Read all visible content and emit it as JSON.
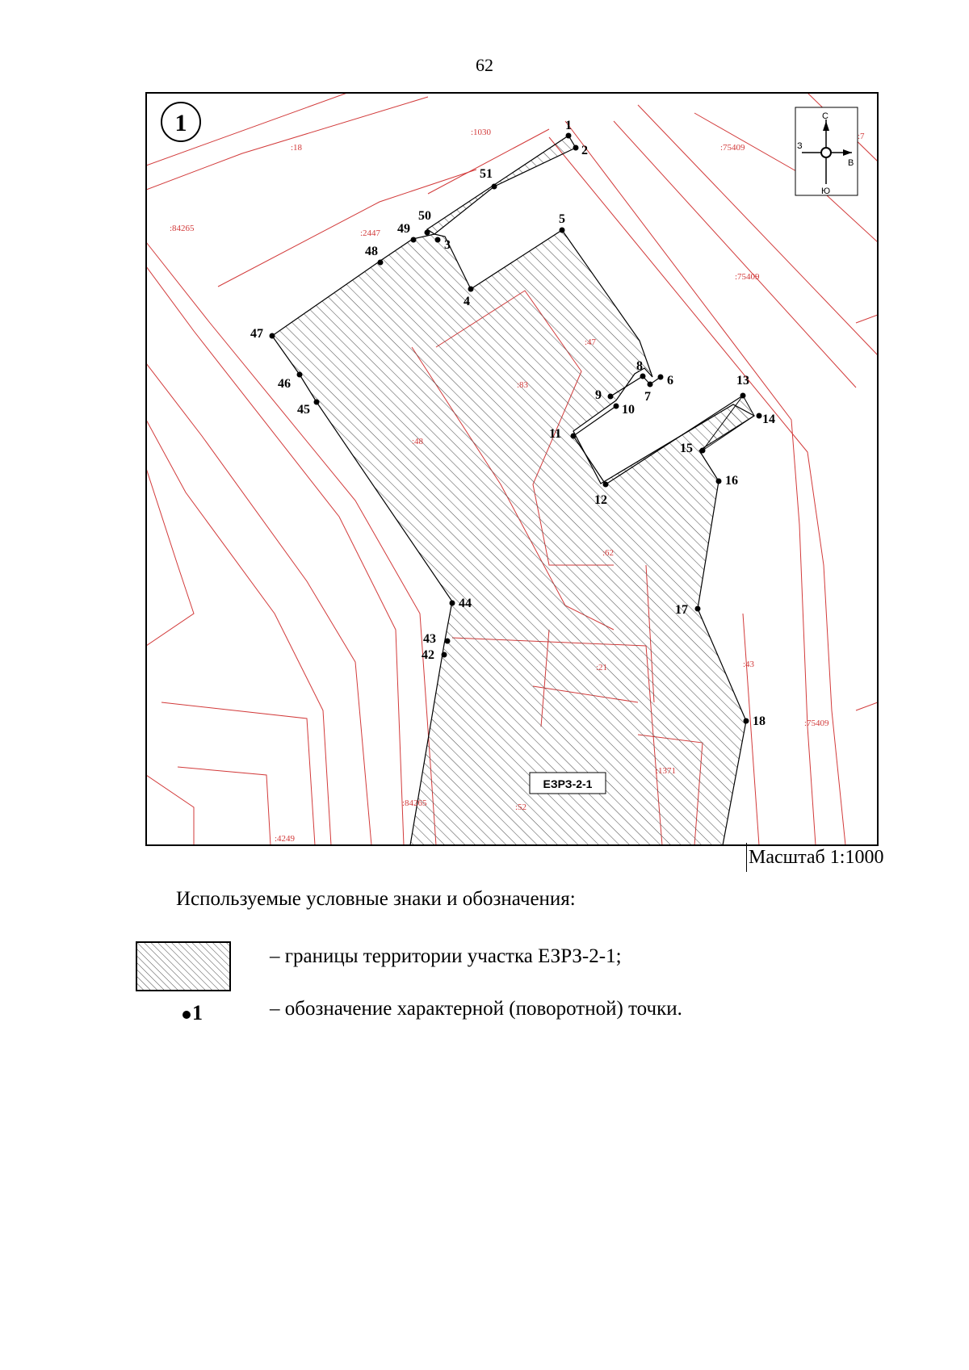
{
  "page_number": "62",
  "map": {
    "sheet_number": "1",
    "zone_label": "ЕЗРЗ-2-1",
    "scale_label": "Масштаб 1:1000",
    "compass": {
      "north": "С",
      "south": "Ю",
      "east": "В",
      "west": "З"
    },
    "parcel_labels": [
      ":18",
      ":1030",
      ":75409",
      ":84265",
      ":2447",
      ":75409",
      ":47",
      ":83",
      ":48",
      ":62",
      ":21",
      ":43",
      ":75409",
      ":1371",
      ":84265",
      ":52",
      ":4249",
      ":7"
    ],
    "points": [
      {
        "id": "1",
        "label": "1"
      },
      {
        "id": "2",
        "label": "2"
      },
      {
        "id": "3",
        "label": "3"
      },
      {
        "id": "4",
        "label": "4"
      },
      {
        "id": "5",
        "label": "5"
      },
      {
        "id": "6",
        "label": "6"
      },
      {
        "id": "7",
        "label": "7"
      },
      {
        "id": "8",
        "label": "8"
      },
      {
        "id": "9",
        "label": "9"
      },
      {
        "id": "10",
        "label": "10"
      },
      {
        "id": "11",
        "label": "11"
      },
      {
        "id": "12",
        "label": "12"
      },
      {
        "id": "13",
        "label": "13"
      },
      {
        "id": "14",
        "label": "14"
      },
      {
        "id": "15",
        "label": "15"
      },
      {
        "id": "16",
        "label": "16"
      },
      {
        "id": "17",
        "label": "17"
      },
      {
        "id": "18",
        "label": "18"
      },
      {
        "id": "42",
        "label": "42"
      },
      {
        "id": "43",
        "label": "43"
      },
      {
        "id": "44",
        "label": "44"
      },
      {
        "id": "45",
        "label": "45"
      },
      {
        "id": "46",
        "label": "46"
      },
      {
        "id": "47",
        "label": "47"
      },
      {
        "id": "48",
        "label": "48"
      },
      {
        "id": "49",
        "label": "49"
      },
      {
        "id": "50",
        "label": "50"
      },
      {
        "id": "51",
        "label": "51"
      }
    ]
  },
  "legend": {
    "title": "Используемые условные знаки и обозначения:",
    "hatch_text": "– границы территории участка ЕЗРЗ-2-1;",
    "point_symbol_label": "1",
    "point_text": "– обозначение характерной (поворотной) точки."
  },
  "colors": {
    "cadastral": "#d23a3a",
    "boundary": "#000000",
    "hatch": "#555555"
  }
}
